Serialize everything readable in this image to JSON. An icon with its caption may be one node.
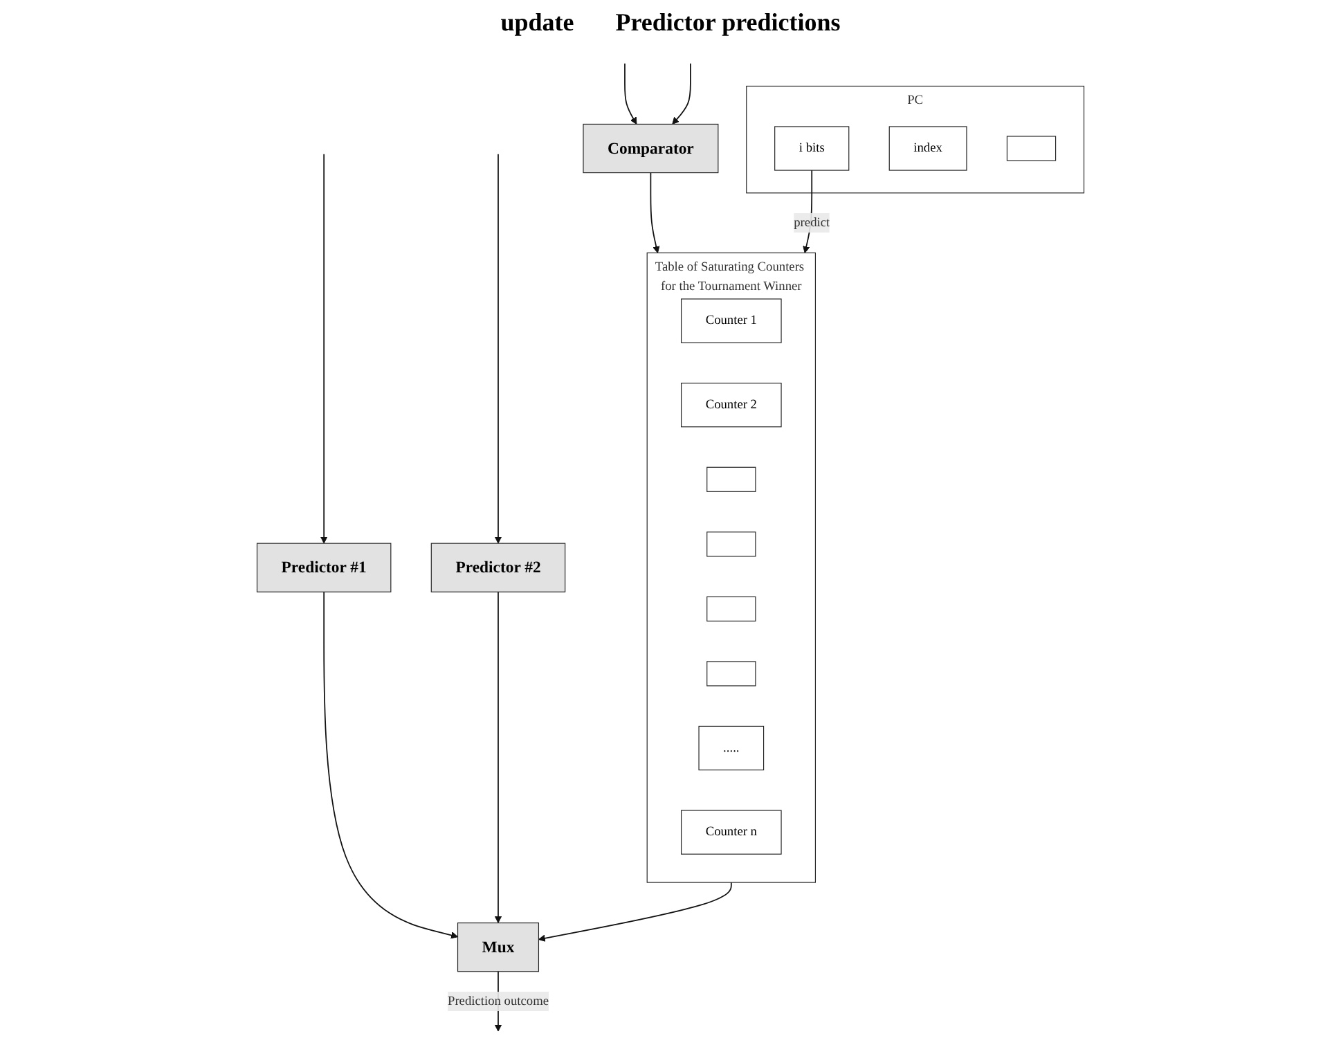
{
  "diagram": {
    "nodes": [
      {
        "text": [
          "Predictor #1"
        ]
      },
      {
        "text": [
          "Predictor #2"
        ]
      },
      {
        "text": [
          "Comparator"
        ]
      },
      {
        "text": [
          "Table of Saturating Counters for the Tournament Winner"
        ]
      },
      {
        "text": [
          "Counter 1"
        ],
        "in": 3
      },
      {
        "text": [
          "Counter 2"
        ],
        "in": 3
      },
      {
        "text": [],
        "shape": "box",
        "in": 3
      },
      {
        "text": [],
        "shape": "box",
        "in": 3
      },
      {
        "text": [],
        "shape": "box",
        "in": 3
      },
      {
        "text": [],
        "shape": "box",
        "in": 3
      },
      {
        "text": [
          "....."
        ],
        "in": 3
      },
      {
        "text": [
          "Counter n"
        ],
        "in": 3
      },
      {
        "text": [
          "Mux"
        ]
      },
      {
        "text": [
          "PC"
        ]
      },
      {
        "text": [
          "i bits"
        ],
        "in": 13
      },
      {
        "text": [
          "index"
        ],
        "in": 13
      },
      {
        "text": [],
        "shape": "box",
        "in": 13
      }
    ],
    "edges": [
      {
        "from": null,
        "to": 0,
        "arrow": "to"
      },
      {
        "from": null,
        "to": 1,
        "arrow": "to"
      },
      {
        "from": null,
        "to": 2,
        "arrow": "to"
      },
      {
        "from": null,
        "to": 2,
        "arrow": "to"
      },
      {
        "from": 0,
        "to": 12,
        "arrow": "to"
      },
      {
        "from": 1,
        "to": 12,
        "arrow": "to"
      },
      {
        "from": 2,
        "to": 3,
        "arrow": "to"
      },
      {
        "from": 14,
        "to": 3,
        "label": "predict",
        "arrow": "to"
      },
      {
        "from": 3,
        "to": 12,
        "arrow": "to"
      },
      {
        "from": 12,
        "to": null,
        "label": "Prediction outcome",
        "arrow": "to"
      }
    ],
    "labels": [
      "update",
      "Predictor predictions"
    ]
  }
}
